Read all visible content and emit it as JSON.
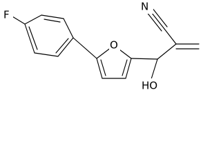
{
  "structure": {
    "atoms": {
      "fluorine": "F",
      "furan_oxygen": "O",
      "nitrile_nitrogen": "N",
      "hydroxyl": "HO"
    }
  }
}
